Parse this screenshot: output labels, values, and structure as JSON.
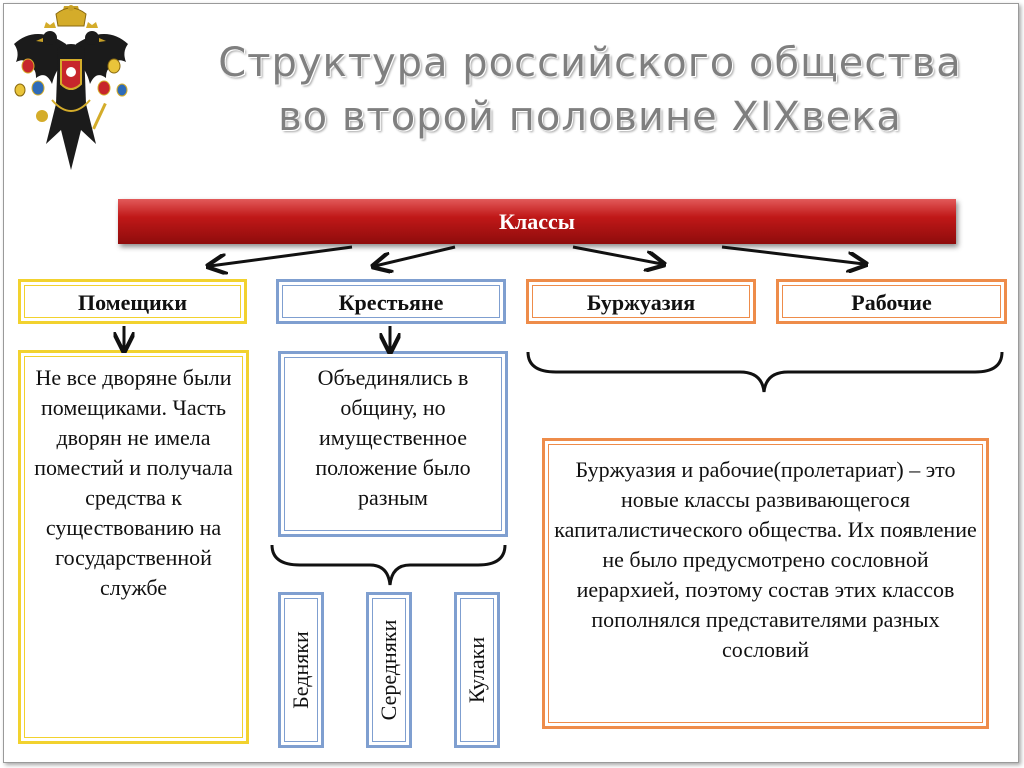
{
  "slide": {
    "title_line1": "Структура российского общества",
    "title_line2": "во второй половине XIXвека",
    "emblem": "russian-imperial-double-headed-eagle-icon"
  },
  "diagram": {
    "root": "Классы",
    "classes": [
      {
        "label": "Помещики",
        "color": "#f2d22e"
      },
      {
        "label": "Крестьяне",
        "color": "#7f9fd0"
      },
      {
        "label": "Буржуазия",
        "color": "#ee8c4a"
      },
      {
        "label": "Рабочие",
        "color": "#ee8c4a"
      }
    ],
    "pomeshchiki_note": "Не все дворяне были помещиками. Часть дворян не имела поместий и получала средства к существованию на государственной службе",
    "krestyane_note": "Объединялись в общину, но имущественное положение было разным",
    "peasant_groups": [
      "Бедняки",
      "Середняки",
      "Кулаки"
    ],
    "bourgeoisie_note": "Буржуазия и рабочие(пролетариат) – это новые классы развивающегося капиталистического общества. Их появление не было предусмотрено сословной иерархией, поэтому состав этих классов пополнялся представителями разных сословий",
    "colors": {
      "bar": "#c01818",
      "title": "#7f7f7f"
    }
  }
}
